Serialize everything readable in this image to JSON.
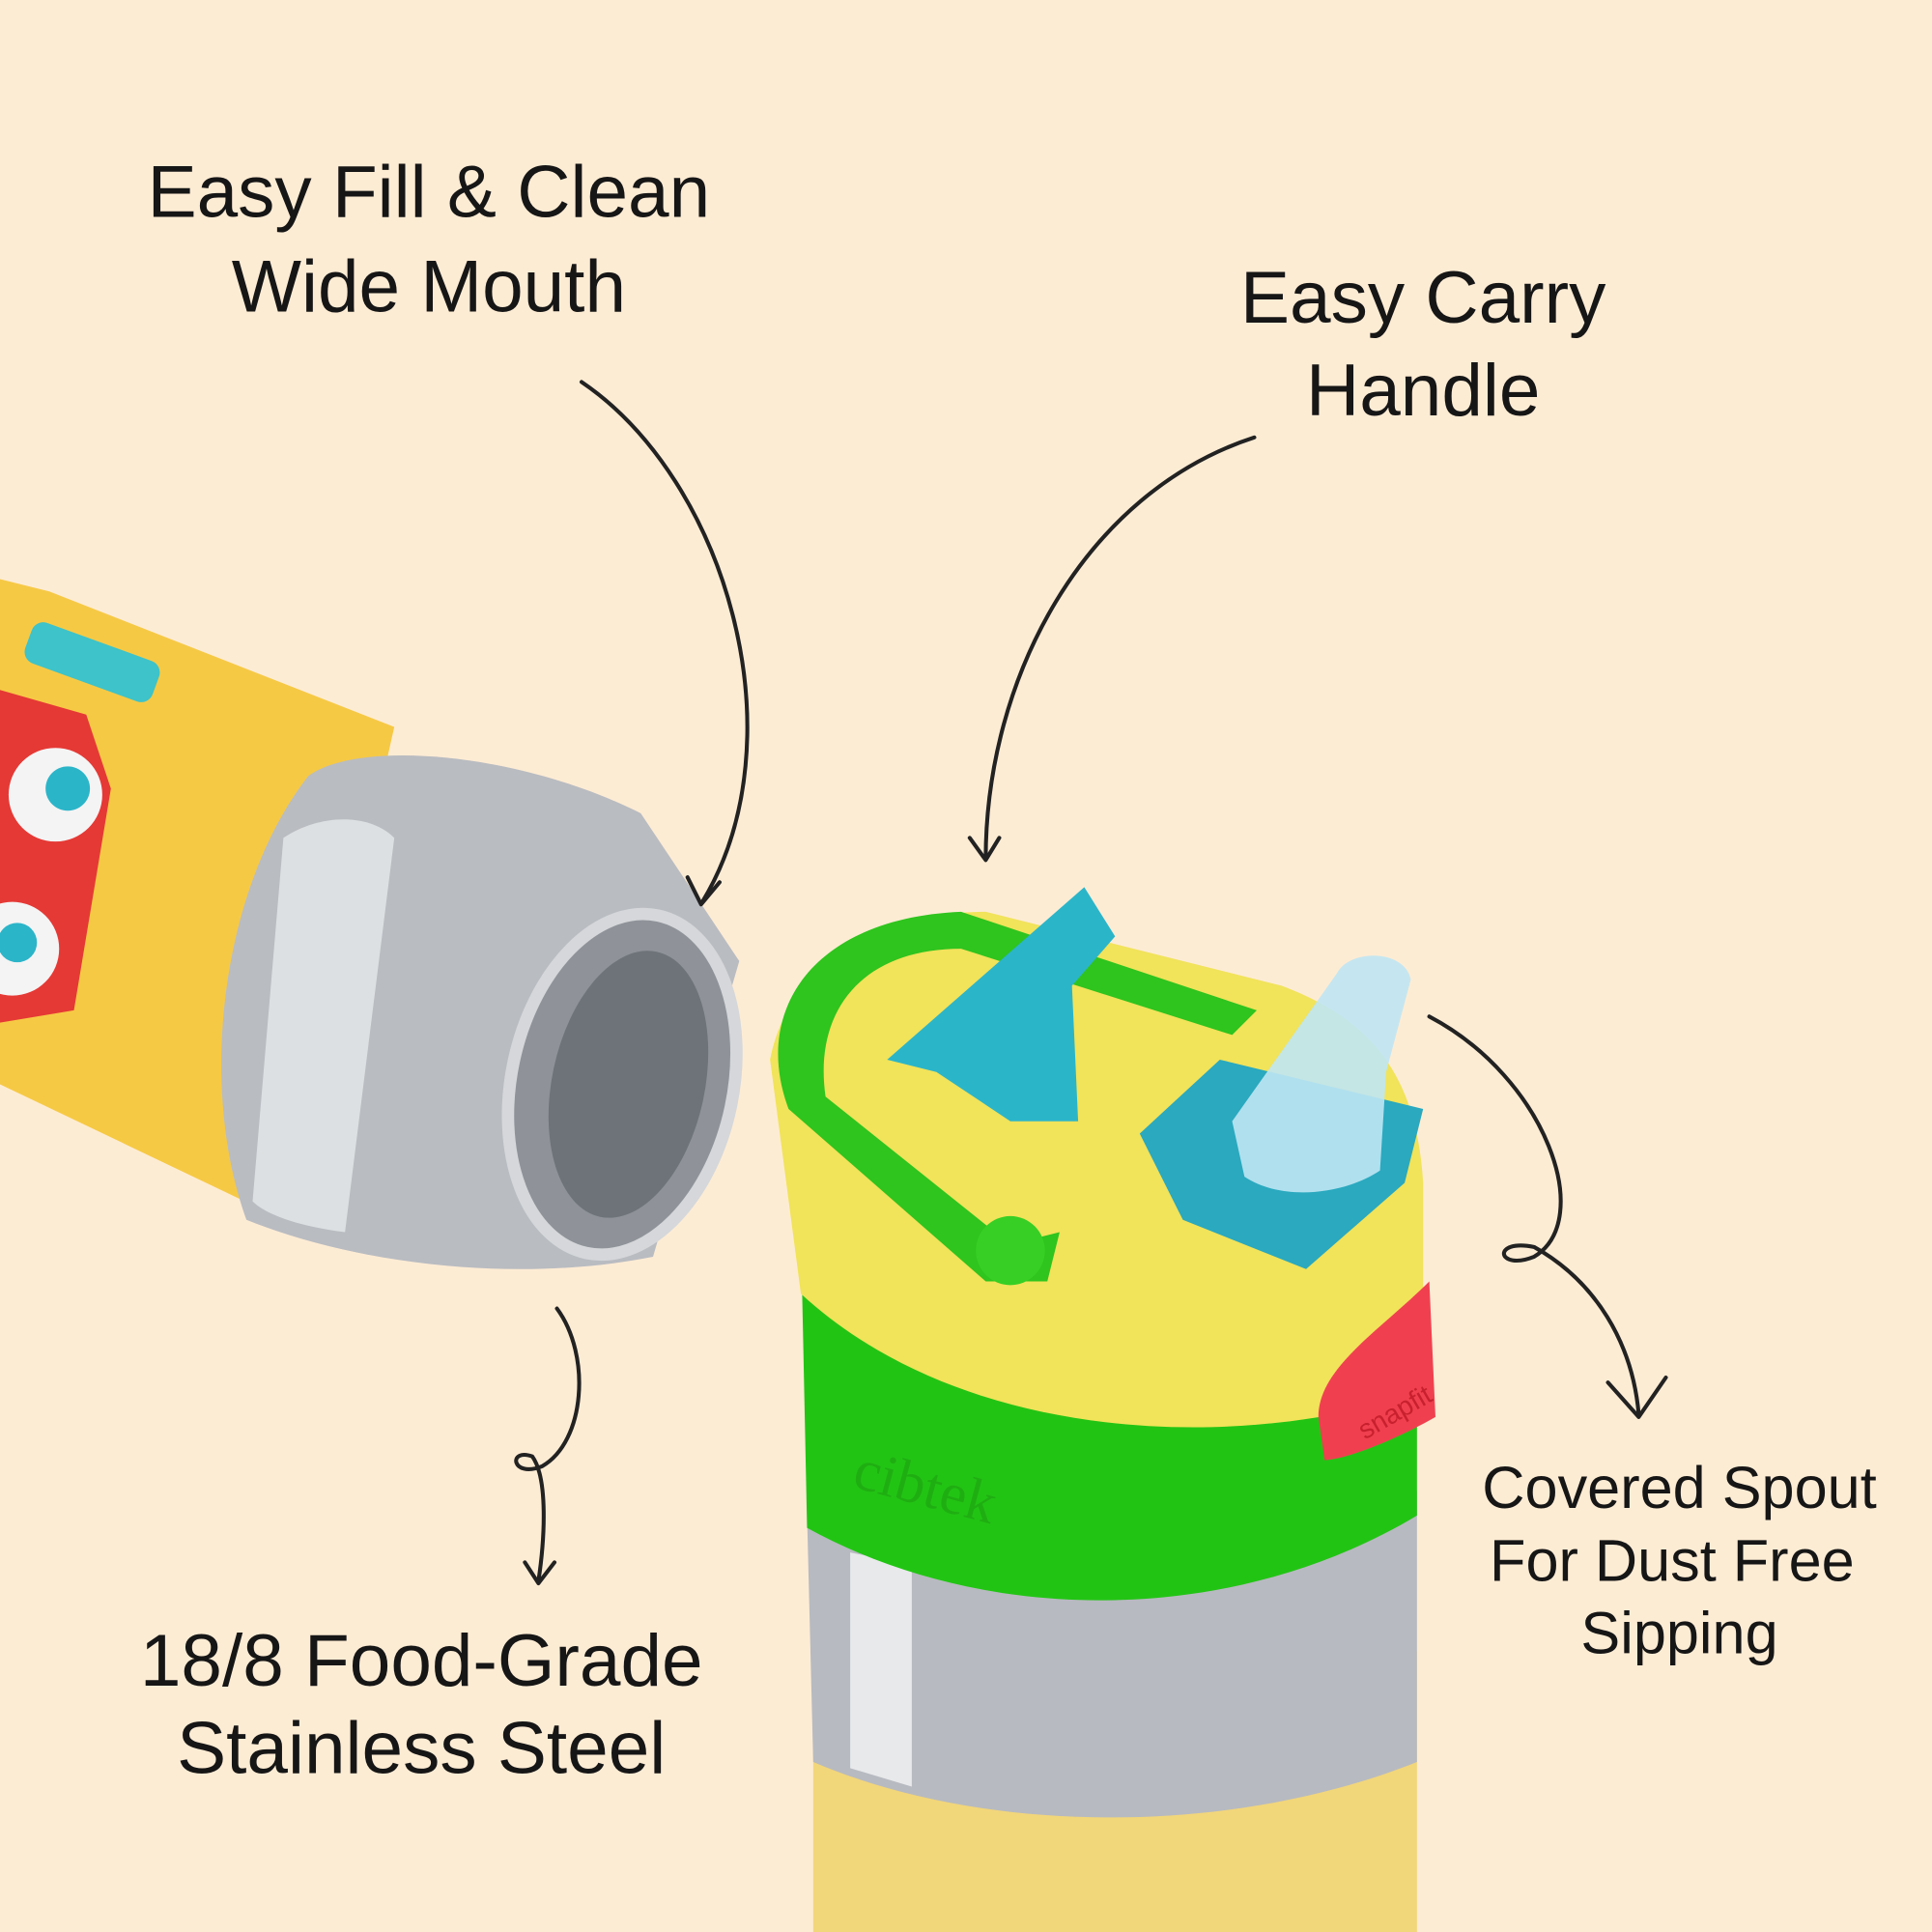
{
  "callouts": {
    "wide_mouth": {
      "line1": "Easy Fill & Clean",
      "line2": "Wide Mouth"
    },
    "handle": {
      "line1": "Easy Carry",
      "line2": "Handle"
    },
    "steel": {
      "line1": "18/8 Food-Grade",
      "line2": "Stainless Steel"
    },
    "spout": {
      "line1": "Covered Spout",
      "line2": "For Dust Free",
      "line3": "Sipping"
    }
  },
  "product": {
    "button_logo": "snapfit",
    "band_emboss": "cibtek"
  },
  "colors": {
    "background": "#fdecd4",
    "sleeve_yellow": "#f6c945",
    "lid_green": "#22c414",
    "lid_yellow": "#f1e35a",
    "spout_teal": "#2bb5c9",
    "button_red": "#f0404f",
    "steel": "#b9bcc1"
  }
}
